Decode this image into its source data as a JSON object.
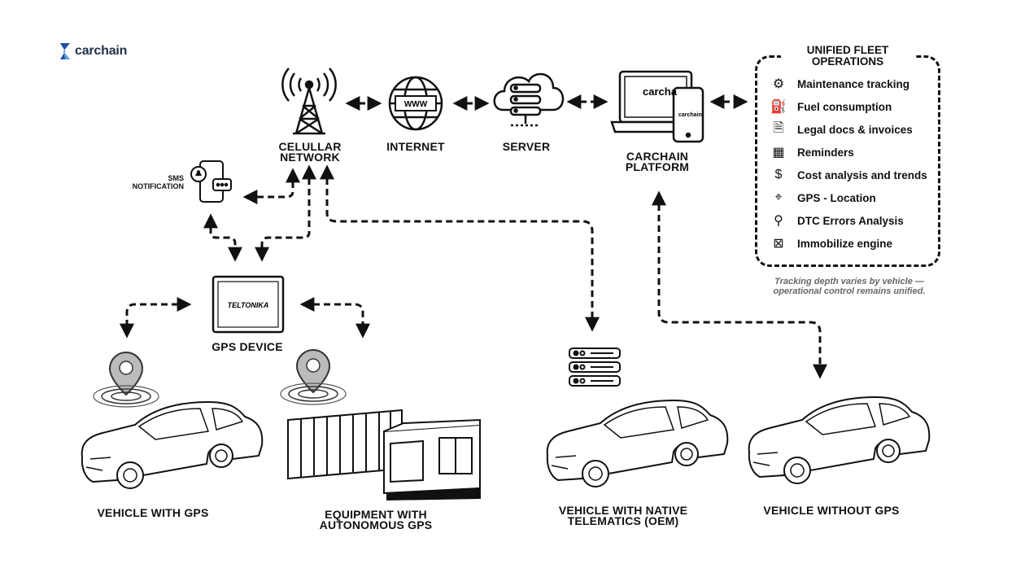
{
  "brand": {
    "name": "carchain"
  },
  "nodes": {
    "cellular": "CELULLAR NETWORK",
    "internet": "INTERNET",
    "server": "SERVER",
    "platform": "CARCHAIN PLATFORM",
    "sms": "SMS NOTIFICATION",
    "gps_device": "GPS DEVICE",
    "device_brand": "TELTONIKA",
    "internet_icon_text": "WWW",
    "laptop_brand": "carcha",
    "phone_brand": "carchain"
  },
  "vehicles": {
    "with_gps": "VEHICLE WITH GPS",
    "equipment": "EQUIPMENT WITH AUTONOMOUS GPS",
    "native": "VEHICLE WITH NATIVE TELEMATICS (OEM)",
    "without_gps": "VEHICLE WITHOUT GPS"
  },
  "panel": {
    "title": "UNIFIED FLEET OPERATIONS",
    "features": [
      {
        "label": "Maintenance tracking",
        "icon": "gear-icon"
      },
      {
        "label": "Fuel consumption",
        "icon": "fuel-pump-icon"
      },
      {
        "label": "Legal docs & invoices",
        "icon": "document-icon"
      },
      {
        "label": "Reminders",
        "icon": "calendar-icon"
      },
      {
        "label": "Cost analysis and trends",
        "icon": "money-icon"
      },
      {
        "label": "GPS - Location",
        "icon": "location-icon"
      },
      {
        "label": "DTC Errors Analysis",
        "icon": "magnifier-icon"
      },
      {
        "label": "Immobilize engine",
        "icon": "engine-off-icon"
      }
    ],
    "note": "Tracking depth varies by vehicle — operational control remains unified."
  }
}
